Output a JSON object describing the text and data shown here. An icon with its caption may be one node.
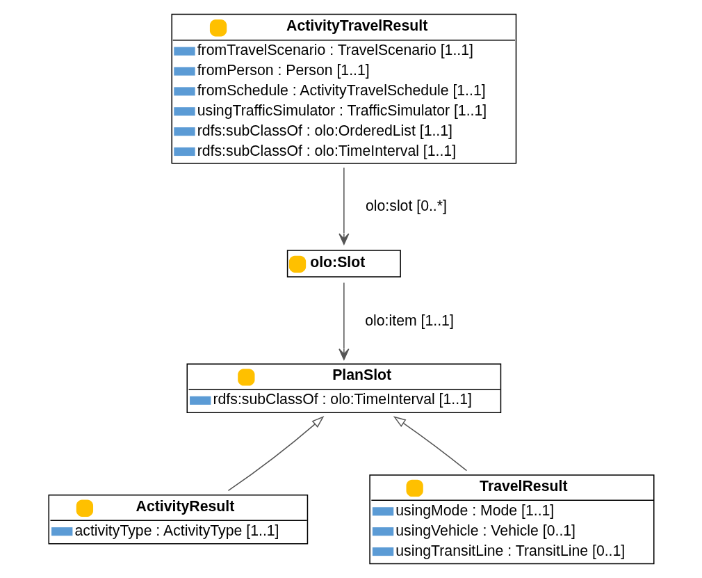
{
  "diagram": {
    "nodes": [
      {
        "text": [
          "ActivityTravelResult",
          "fromTravelScenario : TravelScenario [1..1]",
          "fromPerson : Person [1..1]",
          "fromSchedule : ActivityTravelSchedule [1..1]",
          "usingTrafficSimulator : TrafficSimulator [1..1]",
          "rdfs:subClassOf : olo:OrderedList [1..1]",
          "rdfs:subClassOf : olo:TimeInterval [1..1]"
        ]
      },
      {
        "text": [
          "olo:Slot"
        ]
      },
      {
        "text": [
          "PlanSlot",
          "rdfs:subClassOf : olo:TimeInterval [1..1]"
        ]
      },
      {
        "text": [
          "ActivityResult",
          "activityType : ActivityType [1..1]"
        ]
      },
      {
        "text": [
          "TravelResult",
          "usingMode : Mode [1..1]",
          "usingVehicle : Vehicle [0..1]",
          "usingTransitLine : TransitLine [0..1]"
        ]
      }
    ],
    "edges": [
      {
        "from": 0,
        "to": 1,
        "arrow": "to",
        "label": "olo:slot [0..*]"
      },
      {
        "from": 1,
        "to": 2,
        "arrow": "to",
        "label": "olo:item [1..1]"
      },
      {
        "from": 3,
        "to": 2,
        "arrow": "to"
      },
      {
        "from": 4,
        "to": 2,
        "arrow": "to"
      }
    ]
  }
}
